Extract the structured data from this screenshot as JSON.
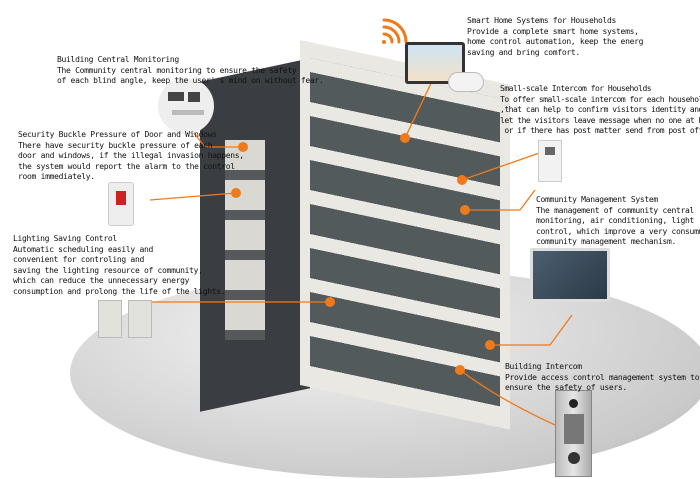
{
  "callouts": {
    "monitoring": {
      "title": "Building Central Monitoring",
      "lines": [
        "The Community central monitoring to ensure the safety",
        "of each blind angle, keep the user' s mind on without fear."
      ]
    },
    "security": {
      "title": "Security Buckle Pressure of Door and Windows",
      "lines": [
        "There have security buckle pressure of each",
        "door and windows, if the illegal invasion happens,",
        "the system would report the alarm to the control",
        "room immediately."
      ]
    },
    "lighting": {
      "title": "Lighting Saving Control",
      "lines": [
        "Automatic scheduling easily and",
        "convenient for controling and",
        "saving the lighting resource of community,",
        "which can reduce the unnecessary energy",
        "consumption and prolong the life of the lights."
      ]
    },
    "smart_home": {
      "title": "Smart Home Systems for Households",
      "lines": [
        "Provide a complete smart home systems,",
        "home control automation, keep the energ",
        "saving and bring comfort."
      ]
    },
    "small_intercom": {
      "title": "Small-scale Intercom for Households",
      "lines": [
        "To offer small-scale intercom for each households",
        ",that can help to confirm visitors identity and",
        "let the visitors leave message when no one at home",
        " or if there has post matter send from post office."
      ]
    },
    "management": {
      "title": "Community Management System",
      "lines": [
        "The management of community central",
        "monitoring, air conditioning, light",
        "control, which improve a very consummate",
        "community management mechanism."
      ]
    },
    "building_intercom": {
      "title": "Building Intercom",
      "lines": [
        "Provide access control management system to",
        "ensure the safety of users."
      ]
    }
  },
  "colors": {
    "accent": "#f07a1a",
    "facade": "#ecebe6",
    "glass": "#3e4448"
  }
}
